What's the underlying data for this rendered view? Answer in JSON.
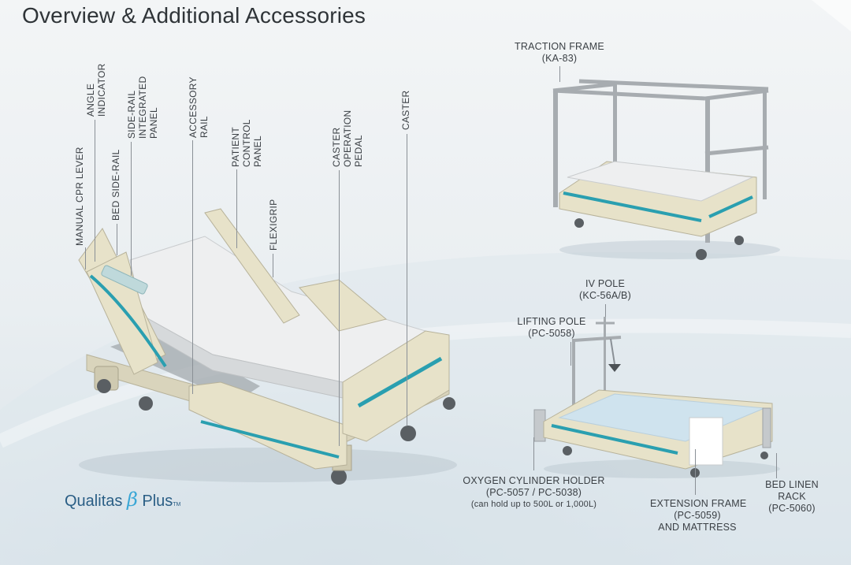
{
  "title": "Overview & Additional Accessories",
  "brand": {
    "name": "Qualitas",
    "symbol": "β",
    "suffix": "Plus",
    "tm": "TM"
  },
  "main_bed_labels": {
    "manual_cpr_lever": "MANUAL CPR LEVER",
    "angle_indicator": [
      "ANGLE",
      "INDICATOR"
    ],
    "bed_side_rail": "BED SIDE-RAIL",
    "side_rail_integrated_panel": [
      "SIDE-RAIL",
      "INTEGRATED",
      "PANEL"
    ],
    "accessory_rail": [
      "ACCESSORY",
      "RAIL"
    ],
    "patient_control_panel": [
      "PATIENT",
      "CONTROL",
      "PANEL"
    ],
    "flexigrip": "FLEXIGRIP",
    "caster_operation_pedal": [
      "CASTER",
      "OPERATION",
      "PEDAL"
    ],
    "caster": "CASTER"
  },
  "accessories": {
    "traction_frame": {
      "name": "TRACTION FRAME",
      "code": "(KA-83)"
    },
    "iv_pole": {
      "name": "IV POLE",
      "code": "(KC-56A/B)"
    },
    "lifting_pole": {
      "name": "LIFTING POLE",
      "code": "(PC-5058)"
    },
    "oxygen_cylinder_holder": {
      "name": "OXYGEN CYLINDER HOLDER",
      "code": "(PC-5057 / PC-5038)",
      "note": "(can hold up to 500L or 1,000L)"
    },
    "extension_frame": {
      "name": "EXTENSION FRAME",
      "code": "(PC-5059)",
      "extra": "AND MATTRESS"
    },
    "bed_linen_rack": {
      "name": [
        "BED LINEN",
        "RACK"
      ],
      "code": "(PC-5060)"
    }
  },
  "colors": {
    "accent": "#2a9fb0",
    "bed_frame": "#e7e2c9",
    "mattress": "#eeeff0",
    "brand": "#2a5e85"
  }
}
